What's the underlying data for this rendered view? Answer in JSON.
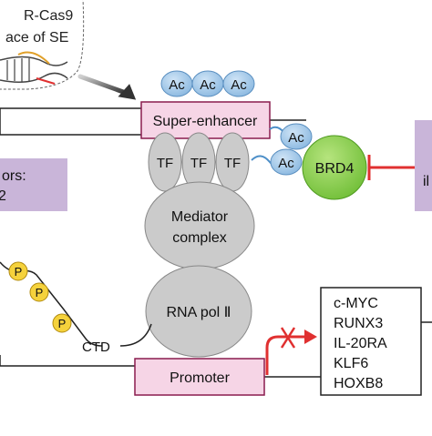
{
  "crispr_label": {
    "line1": "R-Cas9",
    "line2": "ace of SE"
  },
  "acetyl_label": "Ac",
  "super_enhancer_label": "Super-enhancer",
  "tf_label": "TF",
  "brd4_label": "BRD4",
  "inhibitor_right_label": "il",
  "left_box": {
    "line1": "ors:",
    "line2": "2"
  },
  "mediator": {
    "line1": "Mediator",
    "line2": "complex"
  },
  "rna_pol_label": "RNA pol Ⅱ",
  "phosphate_label": "P",
  "ctd_label": "CTD",
  "promoter_label": "Promoter",
  "target_genes": [
    "c-MYC",
    "RUNX3",
    "IL-20RA",
    "KLF6",
    "HOXB8"
  ],
  "colors": {
    "pink_box": "#f6d5e6",
    "pink_border": "#8a1c4e",
    "ac_blue": "#9fc6e8",
    "tf_gray": "#cbcbcb",
    "brd4_green": "#8fd14f",
    "inhibitor_purple": "#c9b5d9",
    "phosphate_yellow": "#f5d23c",
    "red": "#e03030"
  }
}
